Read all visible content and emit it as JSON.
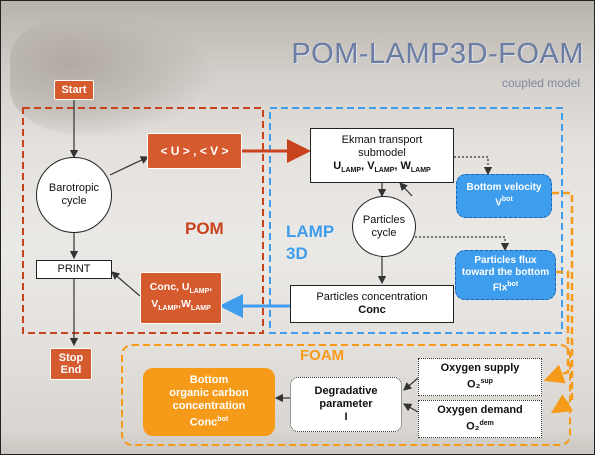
{
  "title": "POM-LAMP3D-FOAM",
  "subtitle": "coupled model",
  "pom": {
    "label": "POM",
    "start": "Start",
    "barotropic": "Barotropic cycle",
    "print": "PRINT",
    "stop": "Stop",
    "end": "End",
    "uv": "< U > , < V >",
    "conc_line1_a": "Conc, U",
    "conc_line2_a": "V",
    "conc_line2_b": "W",
    "lamp_sub": "LAMP"
  },
  "lamp": {
    "label1": "LAMP",
    "label2": "3D",
    "ekman_line1": "Ekman transport",
    "ekman_line2": "submodel",
    "u": "U",
    "v": "V",
    "w": "W",
    "lamp_sub": "LAMP",
    "particles_cycle": "Particles cycle",
    "bottom_velocity": "Bottom velocity",
    "v_symbol": "V",
    "bot_sup": "bot",
    "flux_line1": "Particles flux",
    "flux_line2": "toward the bottom",
    "flx_symbol": "Flx",
    "conc_line1": "Particles concentration",
    "conc_line2": "Conc"
  },
  "foam": {
    "label": "FOAM",
    "carbon_line1": "Bottom",
    "carbon_line2": "organic carbon",
    "carbon_line3": "concentration",
    "conc_symbol": "Conc",
    "bot_sup": "bot",
    "degr_line1": "Degradative",
    "degr_line2": "parameter",
    "degr_symbol": "I",
    "oxy_supply": "Oxygen supply",
    "oxy_demand": "Oxygen demand",
    "o2_symbol": "O₂",
    "sup_sup": "sup",
    "dem_sup": "dem"
  },
  "colors": {
    "pom": "#c8421d",
    "lamp": "#3f9dee",
    "foam": "#f59a19",
    "title": "#6b7da3"
  }
}
